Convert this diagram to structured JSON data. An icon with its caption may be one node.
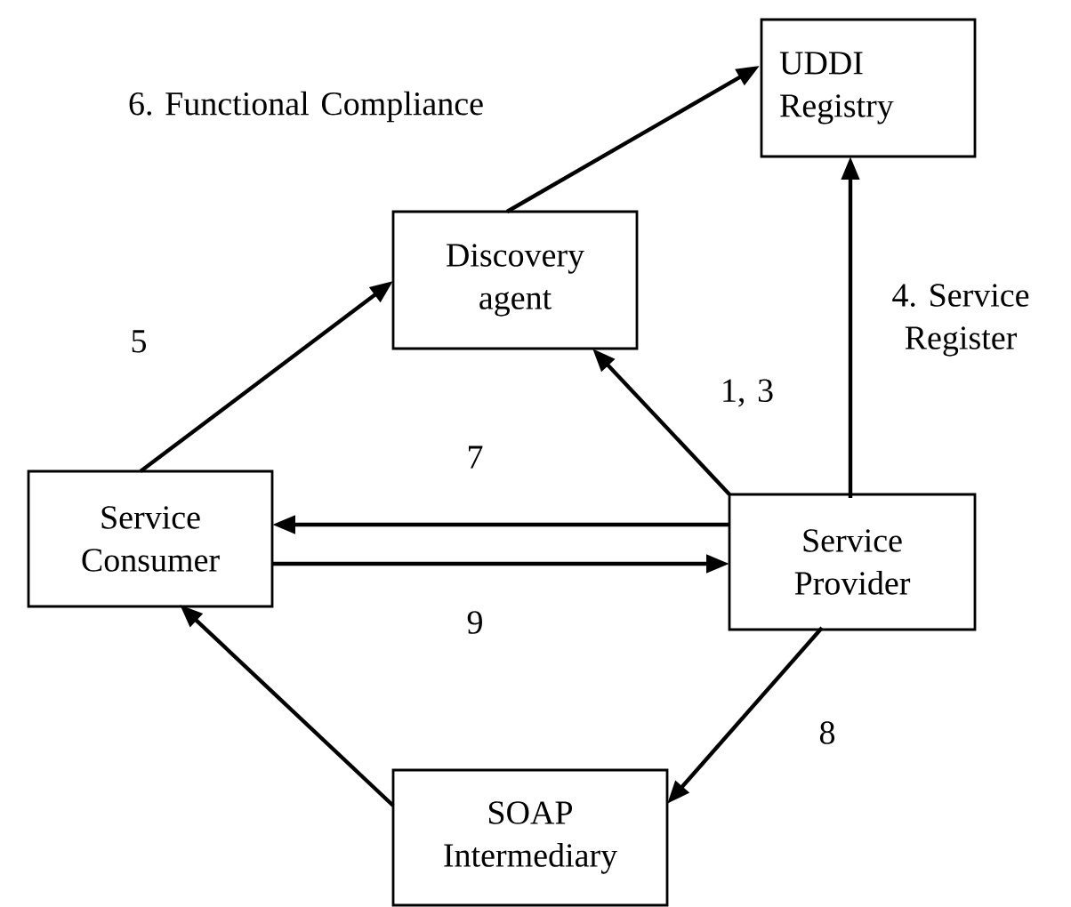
{
  "diagram": {
    "nodes": [
      {
        "text": [
          "UDDI Registry"
        ]
      },
      {
        "text": [
          "Discovery agent"
        ]
      },
      {
        "text": [
          "Service Consumer"
        ]
      },
      {
        "text": [
          "Service Provider"
        ]
      },
      {
        "text": [
          "SOAP Intermediary"
        ]
      }
    ],
    "edges": [
      {
        "from": 1,
        "to": 0,
        "arrow": "to",
        "label": "6. Functional Compliance"
      },
      {
        "from": 2,
        "to": 1,
        "arrow": "to",
        "label": "5"
      },
      {
        "from": 3,
        "to": 1,
        "arrow": "to",
        "label": "1, 3"
      },
      {
        "from": 3,
        "to": 0,
        "arrow": "to",
        "label": "4. Service Register"
      },
      {
        "from": 3,
        "to": 2,
        "arrow": "to",
        "label": "7"
      },
      {
        "from": 2,
        "to": 3,
        "arrow": "to",
        "label": "9"
      },
      {
        "from": 3,
        "to": 4,
        "arrow": "to",
        "label": "8"
      },
      {
        "from": 4,
        "to": 2,
        "arrow": "to"
      }
    ]
  }
}
